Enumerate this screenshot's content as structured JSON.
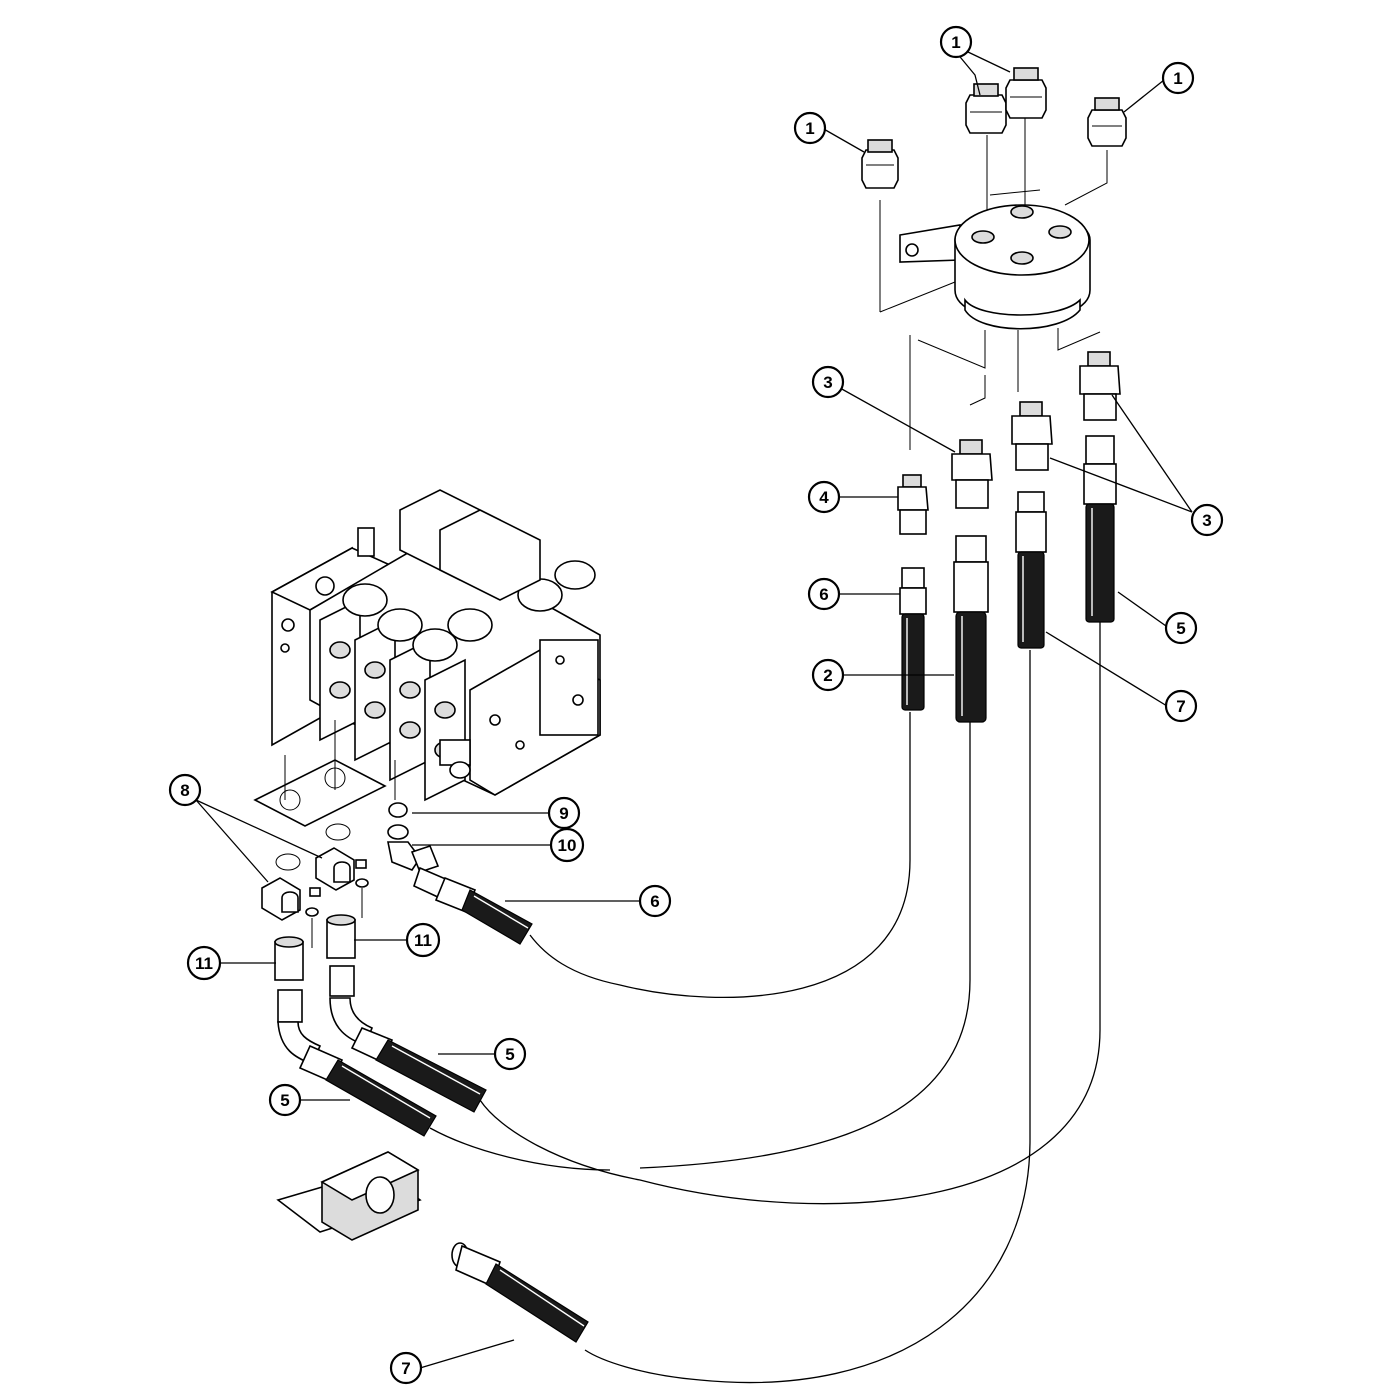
{
  "diagram": {
    "callouts": [
      {
        "id": "c1a",
        "label": "1"
      },
      {
        "id": "c1b",
        "label": "1"
      },
      {
        "id": "c1c",
        "label": "1"
      },
      {
        "id": "c3a",
        "label": "3"
      },
      {
        "id": "c3b",
        "label": "3"
      },
      {
        "id": "c4",
        "label": "4"
      },
      {
        "id": "c6a",
        "label": "6"
      },
      {
        "id": "c2",
        "label": "2"
      },
      {
        "id": "c5a",
        "label": "5"
      },
      {
        "id": "c7a",
        "label": "7"
      },
      {
        "id": "c8",
        "label": "8"
      },
      {
        "id": "c9",
        "label": "9"
      },
      {
        "id": "c10",
        "label": "10"
      },
      {
        "id": "c6b",
        "label": "6"
      },
      {
        "id": "c11a",
        "label": "11"
      },
      {
        "id": "c11b",
        "label": "11"
      },
      {
        "id": "c5b",
        "label": "5"
      },
      {
        "id": "c5c",
        "label": "5"
      },
      {
        "id": "c7b",
        "label": "7"
      }
    ]
  }
}
